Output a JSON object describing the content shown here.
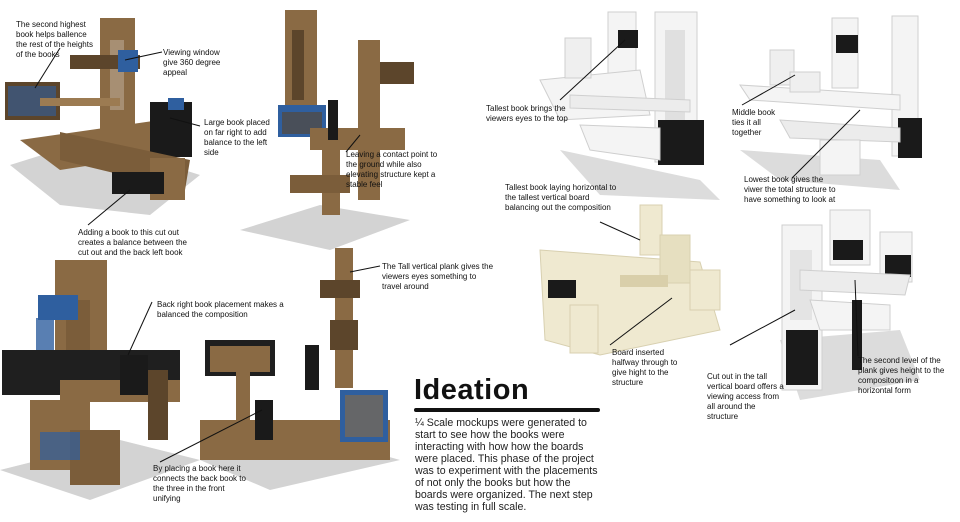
{
  "heading": "Ideation",
  "body": "¼ Scale mockups were generated to start to see how the books were interacting with how how the boards were placed. This phase of the project was to experiment with the placements of not only the books but how the boards were organized. The next step was testing in full scale.",
  "annotations": {
    "a1": "The second highest book helps ballence the rest of the heights of the books",
    "a2": "Viewing window give 360 degree appeal",
    "a3": "Large book placed on far right to add balance to the left side",
    "a4": "Adding a book to this cut out creates a balance between the cut out and the back left book",
    "a5": "Leaving a contact point to the ground while also elevating structure kept a stable feel",
    "a6": "Tallest book brings the viewers eyes to the top",
    "a7": "Middle book ties it all together",
    "a8": "Lowest book gives the viwer the total structure to have something to look at",
    "a9": "Tallest book laying horizontal to the tallest vertical board balancing out the composition",
    "a10": "Board inserted halfway through to give hight to the structure",
    "a11": "Back right book placement makes a balanced the composition",
    "a12": "The Tall vertical plank gives the viewers eyes something to travel around",
    "a13": "By placing a book here it connects the back book to the three in the front unifying",
    "a14": "Cut out in the tall vertical board offers a viewing access from all around the structure",
    "a15": "The second level of the plank gives height to the compositoon in a horizontal form"
  },
  "colors": {
    "cardboard": "#8a6a44",
    "cardboard_dark": "#5c452b",
    "white_board": "#f4f4f4",
    "cream_board": "#efe9d0",
    "tape_black": "#1a1a1a",
    "tape_blue": "#2f5f9f",
    "shadow": "#c9c9c9"
  }
}
